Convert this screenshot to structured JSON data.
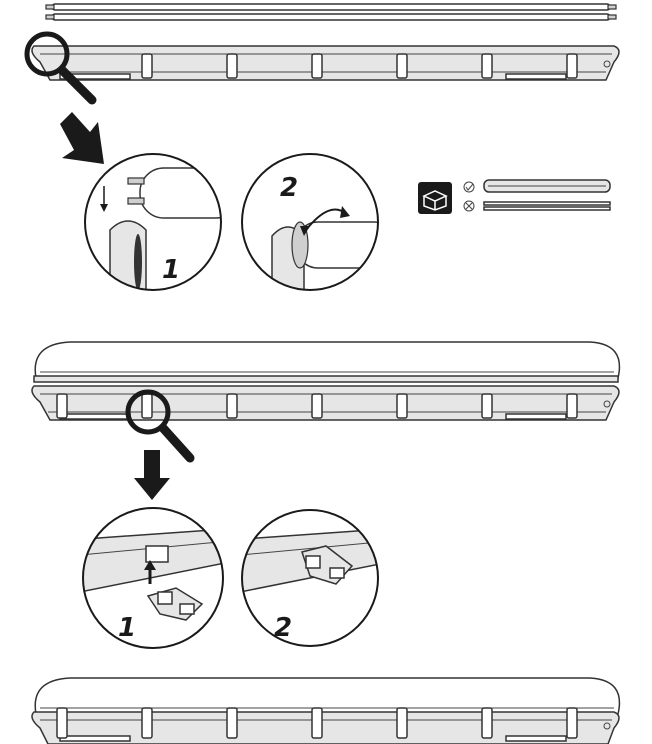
{
  "steps": {
    "tube_step_1": "1",
    "tube_step_2": "2",
    "clip_step_1": "1",
    "clip_step_2": "2"
  },
  "colors": {
    "line": "#333333",
    "body_fill": "#e6e6e6",
    "detail_fill": "#cfcfcf",
    "arrow": "#1a1a1a"
  },
  "icons": {
    "package_icon": "open-box-icon",
    "ok_icon": "check-circle-icon",
    "not_ok_icon": "cross-circle-icon",
    "magnifier": "magnifier-icon"
  }
}
